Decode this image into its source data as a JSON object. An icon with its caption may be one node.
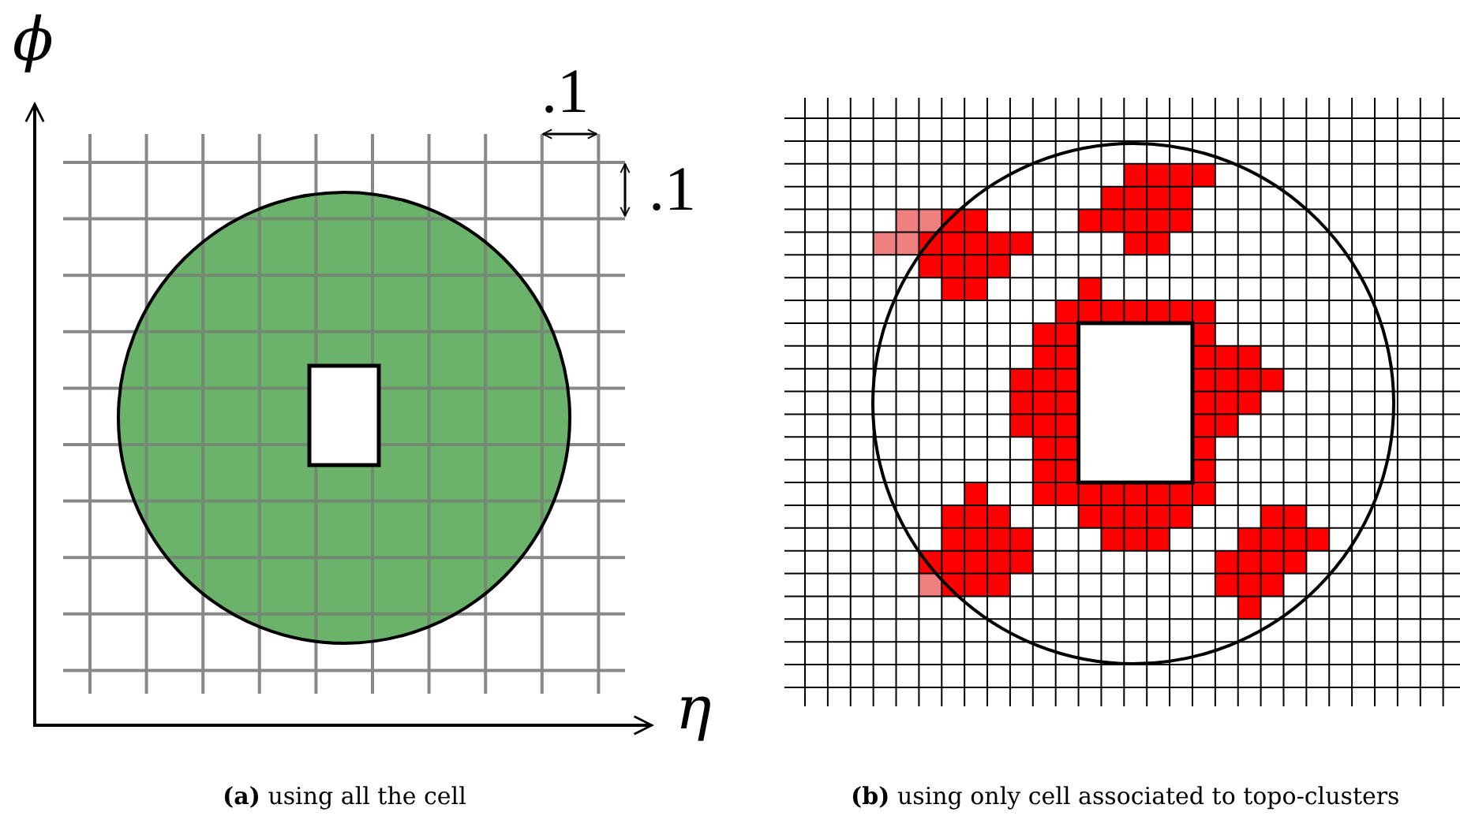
{
  "diagram": {
    "labels": [
      "ϕ",
      ".1",
      ".1",
      "η",
      "**(a)** using all the cell",
      "**(b)** using only cell associated to topo-clusters"
    ]
  }
}
